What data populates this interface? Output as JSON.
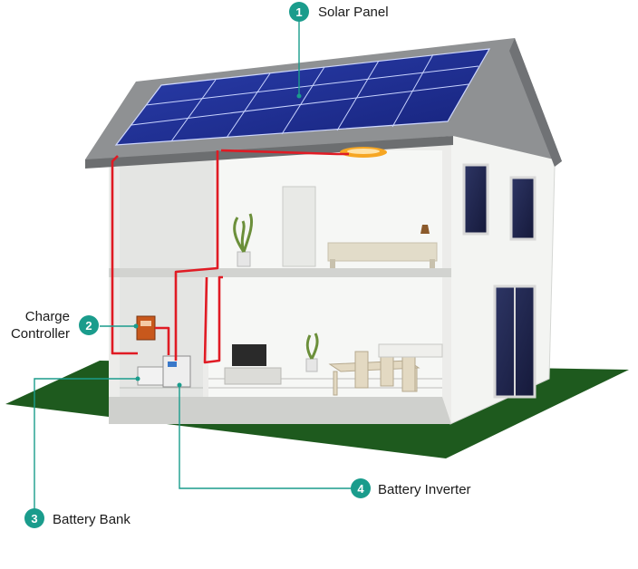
{
  "callouts": [
    {
      "number": "1",
      "label": "Solar Panel"
    },
    {
      "number": "2",
      "label_line1": "Charge",
      "label_line2": "Controller"
    },
    {
      "number": "3",
      "label": "Battery Bank"
    },
    {
      "number": "4",
      "label": "Battery Inverter"
    }
  ],
  "colors": {
    "accent": "#1a9c8c",
    "wire": "#e01b24",
    "grass": "#1e5a1e",
    "panel": "#1f2f8f"
  }
}
